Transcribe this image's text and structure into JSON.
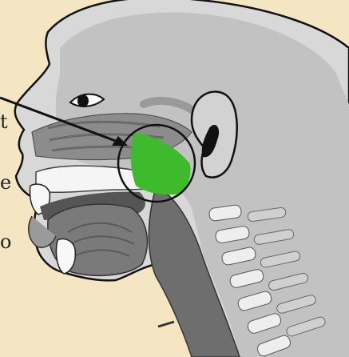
{
  "figure": {
    "description_visible_text": [
      "t",
      "e",
      "o"
    ],
    "colors": {
      "background": "#f4e6c2",
      "skin_light": "#d6d6d6",
      "skin_mid": "#a9a9a9",
      "skin_dark": "#6e6e6e",
      "highlight": "#3dbb2c",
      "outline": "#111111"
    },
    "icons": [
      "arrow-icon",
      "magnifier-circle-icon"
    ]
  }
}
